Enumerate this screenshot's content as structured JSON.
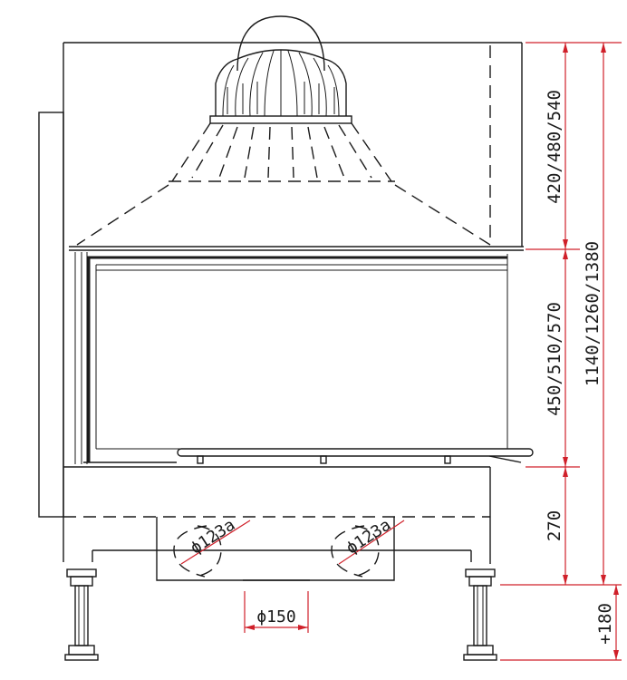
{
  "dimensions": {
    "top_height": "420/480/540",
    "glass_height": "450/510/570",
    "total_height": "1140/1260/1380",
    "base_height": "270",
    "legs_height": "+180"
  },
  "diameters": {
    "left_spigot": "ϕ123a",
    "right_spigot": "ϕ123a",
    "flue": "ϕ150"
  },
  "colors": {
    "line": "#1a1a1a",
    "dimension": "#d0202a"
  }
}
